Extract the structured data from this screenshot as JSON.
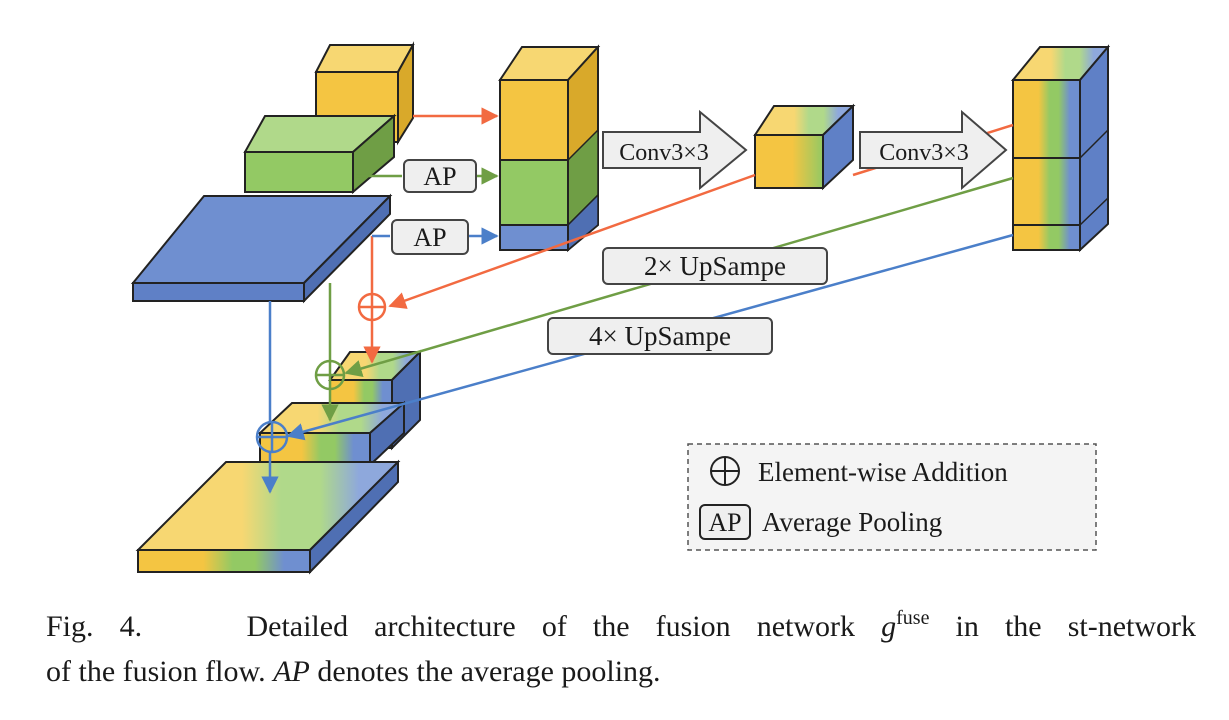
{
  "diagram": {
    "blocks": {
      "conv1": "Conv3×3",
      "conv2": "Conv3×3",
      "ap1": "AP",
      "ap2": "AP",
      "up2": "2× UpSampe",
      "up4": "4× UpSampe"
    },
    "legend": {
      "addition_symbol": "⊕",
      "addition_label": "Element-wise Addition",
      "ap_symbol": "AP",
      "ap_label": "Average Pooling"
    },
    "colors": {
      "yellow": "#f4c542",
      "green": "#93c964",
      "blue": "#6f8fd0",
      "red_arrow": "#f26a41",
      "green_arrow": "#6f9e45",
      "blue_arrow": "#4b7fc9"
    }
  },
  "caption": {
    "fig_label": "Fig. 4.",
    "text_1": "Detailed architecture of the fusion network",
    "math_g": "g",
    "math_sup": "fuse",
    "text_2": "in the st-network",
    "text_3": "of the fusion flow.",
    "math_ap": "AP",
    "text_4": "denotes the average pooling."
  }
}
